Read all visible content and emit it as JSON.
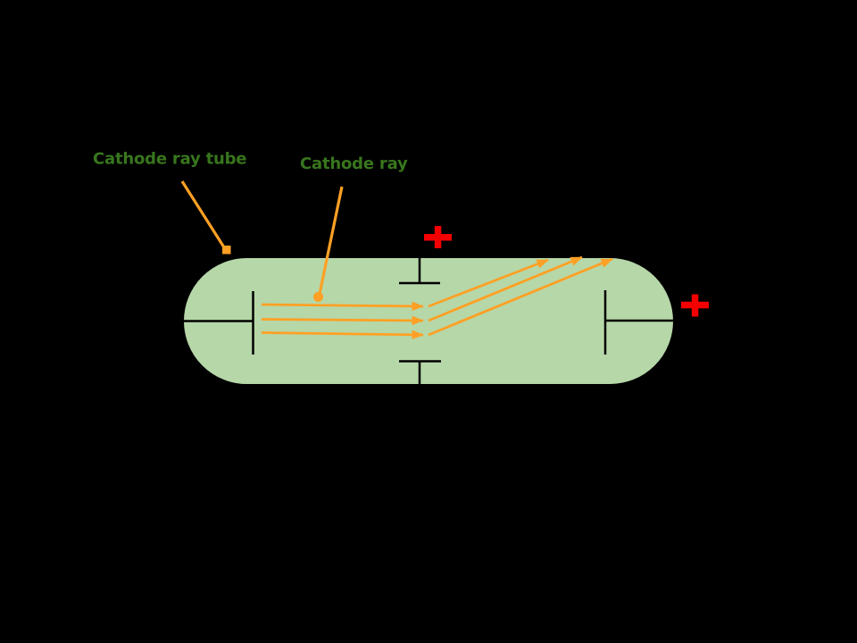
{
  "diagram": {
    "title_hint": "Cathode ray tube experiment diagram",
    "background_color": "#000000",
    "labels": {
      "tube": "Cathode ray tube",
      "ray": "Cathode ray"
    },
    "polarity_markers": {
      "deflection_plate_top": "+",
      "anode_right": "+"
    },
    "colors": {
      "tube_fill": "#b6d7a8",
      "tube_outline": "#000000",
      "electrode": "#000000",
      "ray": "#ffa024",
      "label_text": "#38761d",
      "polarity": "#f40000"
    }
  }
}
